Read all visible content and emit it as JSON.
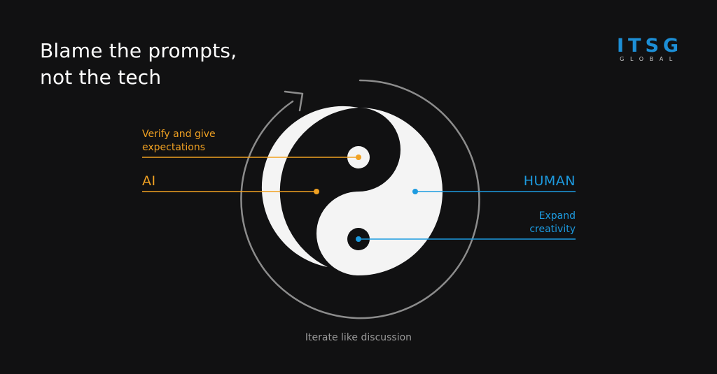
{
  "title": {
    "line1": "Blame the prompts,",
    "line2": "not the tech"
  },
  "logo": {
    "main": "ITSG",
    "sub": "GLOBAL"
  },
  "labels": {
    "verify": [
      "Verify and give",
      "expectations"
    ],
    "ai": "AI",
    "human": "HUMAN",
    "expand": [
      "Expand",
      "creativity"
    ],
    "iterate": "Iterate like discussion"
  },
  "colors": {
    "ai_accent": "#f0a122",
    "human_accent": "#1d9be0",
    "brand": "#1d8fd6",
    "background": "#111112",
    "cycle_arrow": "#8c8c8c"
  },
  "icons": {
    "center": "yin-yang-icon",
    "cycle": "circular-arrow-icon"
  }
}
